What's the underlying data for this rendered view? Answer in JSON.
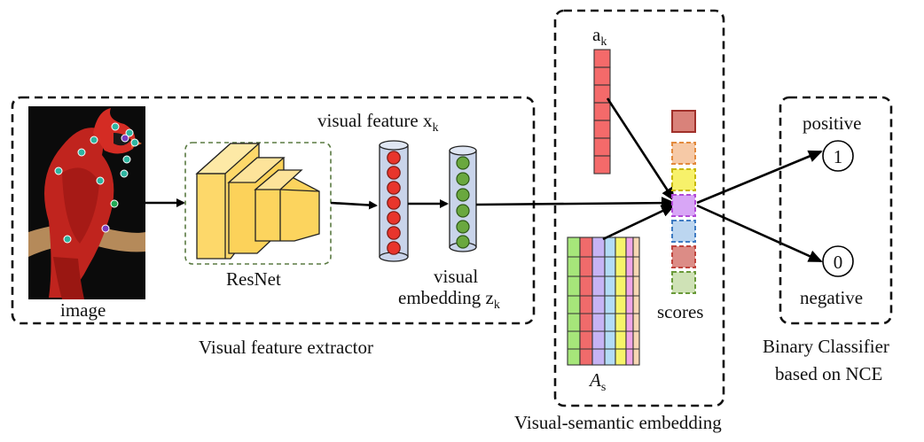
{
  "figure": {
    "labels": {
      "image": "image",
      "resnet": "ResNet",
      "visual_feature": "visual feature x",
      "visual_feature_sub": "k",
      "visual_embedding_line1": "visual",
      "visual_embedding_line2": "embedding z",
      "visual_embedding_sub": "k",
      "a_k": "a",
      "a_k_sub": "k",
      "A_s": "A",
      "A_s_sub": "s",
      "scores": "scores",
      "positive": "positive",
      "negative": "negative",
      "one": "1",
      "zero": "0"
    },
    "groups": {
      "visual_feature_extractor": "Visual feature extractor",
      "visual_semantic_embedding": "Visual-semantic embedding",
      "binary_classifier_line1": "Binary Classifier",
      "binary_classifier_line2": "based on NCE"
    },
    "colors": {
      "feature_node": "#e8352c",
      "embedding_node": "#6aa83f",
      "cylinder": "#c9d4ea",
      "resnet_fill": "#fdd86a",
      "resnet_border": "#5a7a42",
      "a_k_cell": "#f46a6a",
      "score_colors": [
        "#d9827a",
        "#f6c9a6",
        "#f7f16a",
        "#d8a6f6",
        "#bcd6f0",
        "#dc8c86",
        "#cfe2b6"
      ],
      "score_borders": [
        "#a0302a",
        "#e28a3e",
        "#c8b800",
        "#b24ad8",
        "#3f7bc2",
        "#c0453e",
        "#6a9a3a"
      ],
      "matrix_columns": [
        "#a6e67a",
        "#f06b6b",
        "#c6b4f4",
        "#b3dcf6",
        "#f6f46a",
        "#f0a6e6",
        "#f8d6b4"
      ]
    }
  }
}
